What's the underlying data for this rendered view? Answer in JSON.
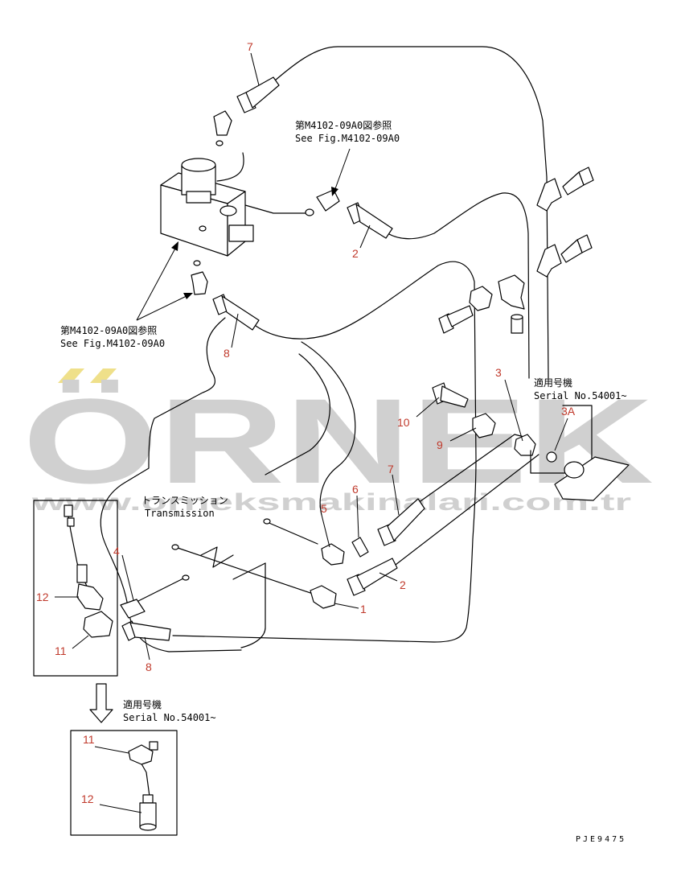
{
  "notes": {
    "ref_top_jp": "第M4102-09A0図参照",
    "ref_top_en": "See Fig.M4102-09A0",
    "ref_left_jp": "第M4102-09A0図参照",
    "ref_left_en": "See Fig.M4102-09A0",
    "serial_right_jp": "適用号機",
    "serial_right_en": "Serial No.54001~",
    "transmission_jp": "トランスミッション",
    "transmission_en": "Transmission",
    "serial_bottom_jp": "適用号機",
    "serial_bottom_en": "Serial No.54001~"
  },
  "figure_code": "PJE9475",
  "watermark": {
    "brand": "ÖRNEK",
    "url": "www.orneksmakinalari.com.tr"
  },
  "callouts": {
    "c7_top": "7",
    "c2_top": "2",
    "c8_top": "8",
    "c3": "3",
    "c3a": "3A",
    "c10": "10",
    "c9": "9",
    "c6": "6",
    "c7_mid": "7",
    "c5": "5",
    "c4": "4",
    "c2_mid": "2",
    "c1": "1",
    "c12_left": "12",
    "c11_left": "11",
    "c8_bot": "8",
    "c11_box": "11",
    "c12_box": "12"
  },
  "colors": {
    "callout": "#c0392b",
    "line": "#000000",
    "watermark": "#d0d0d0",
    "watermark_accent": "#efe08a"
  }
}
